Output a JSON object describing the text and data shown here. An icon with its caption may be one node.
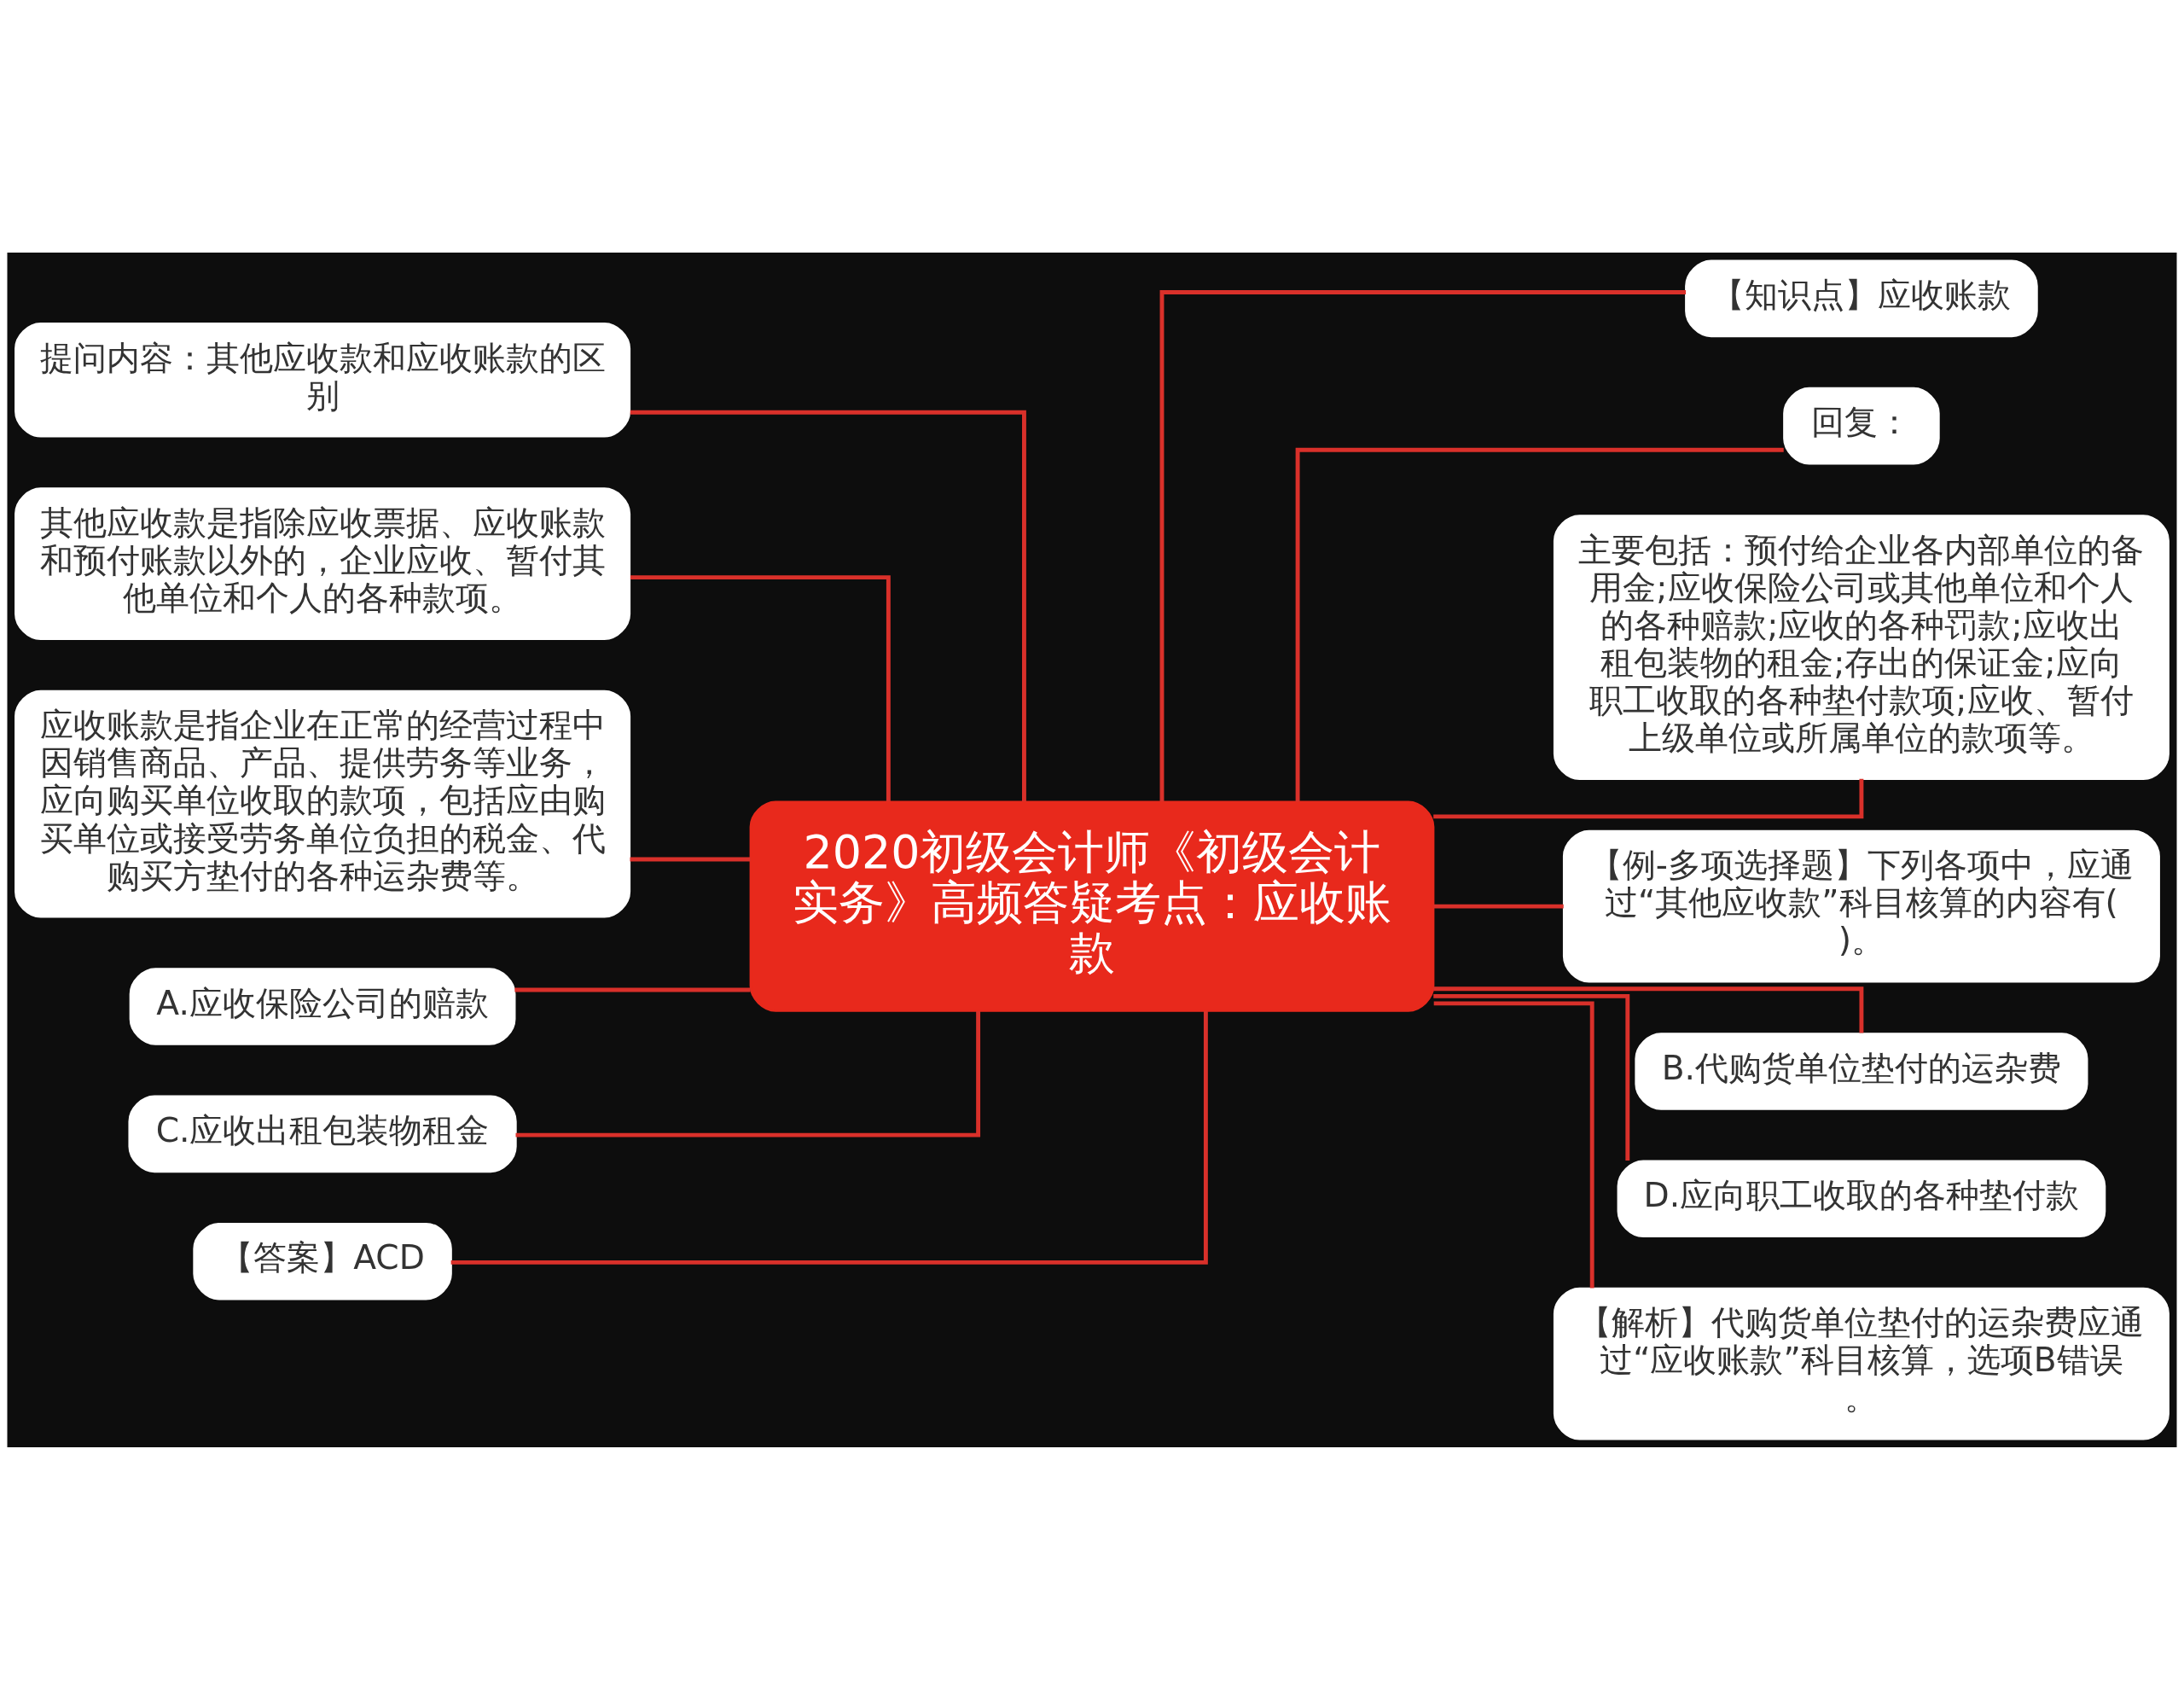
{
  "diagram": {
    "nodes": [
      {
        "text": [
          "2020初级会计师《初级会计实务》高频答疑考点：应收账款"
        ]
      },
      {
        "text": [
          "提问内容：其他应收款和应收账款的区别"
        ]
      },
      {
        "text": [
          "其他应收款是指除应收票据、应收账款和预付账款以外的，企业应收、暂付其他单位和个人的各种款项。"
        ]
      },
      {
        "text": [
          "应收账款是指企业在正常的经营过程中因销售商品、产品、提供劳务等业务，应向购买单位收取的款项，包括应由购买单位或接受劳务单位负担的税金、代购买方垫付的各种运杂费等。"
        ]
      },
      {
        "text": [
          "A.应收保险公司的赔款"
        ]
      },
      {
        "text": [
          "C.应收出租包装物租金"
        ]
      },
      {
        "text": [
          "【答案】ACD"
        ]
      },
      {
        "text": [
          "【知识点】应收账款"
        ]
      },
      {
        "text": [
          "回复："
        ]
      },
      {
        "text": [
          "主要包括：预付给企业各内部单位的备用金;应收保险公司或其他单位和个人的各种赔款;应收的各种罚款;应收出租包装物的租金;存出的保证金;应向职工收取的各种垫付款项;应收、暂付上级单位或所属单位的款项等。"
        ]
      },
      {
        "text": [
          "【例-多项选择题】下列各项中，应通过“其他应收款”科目核算的内容有()。"
        ]
      },
      {
        "text": [
          "B.代购货单位垫付的运杂费"
        ]
      },
      {
        "text": [
          "D.应向职工收取的各种垫付款"
        ]
      },
      {
        "text": [
          "【解析】代购货单位垫付的运杂费应通过“应收账款”科目核算，选项B错误。"
        ]
      }
    ],
    "edges": [
      {
        "from": 0,
        "to": 1,
        "arrow": "none"
      },
      {
        "from": 0,
        "to": 2,
        "arrow": "none"
      },
      {
        "from": 0,
        "to": 3,
        "arrow": "none"
      },
      {
        "from": 0,
        "to": 4,
        "arrow": "none"
      },
      {
        "from": 0,
        "to": 5,
        "arrow": "none"
      },
      {
        "from": 0,
        "to": 6,
        "arrow": "none"
      },
      {
        "from": 0,
        "to": 7,
        "arrow": "none"
      },
      {
        "from": 0,
        "to": 8,
        "arrow": "none"
      },
      {
        "from": 0,
        "to": 9,
        "arrow": "none"
      },
      {
        "from": 0,
        "to": 10,
        "arrow": "none"
      },
      {
        "from": 0,
        "to": 11,
        "arrow": "none"
      },
      {
        "from": 0,
        "to": 12,
        "arrow": "none"
      },
      {
        "from": 0,
        "to": 13,
        "arrow": "none"
      }
    ]
  }
}
